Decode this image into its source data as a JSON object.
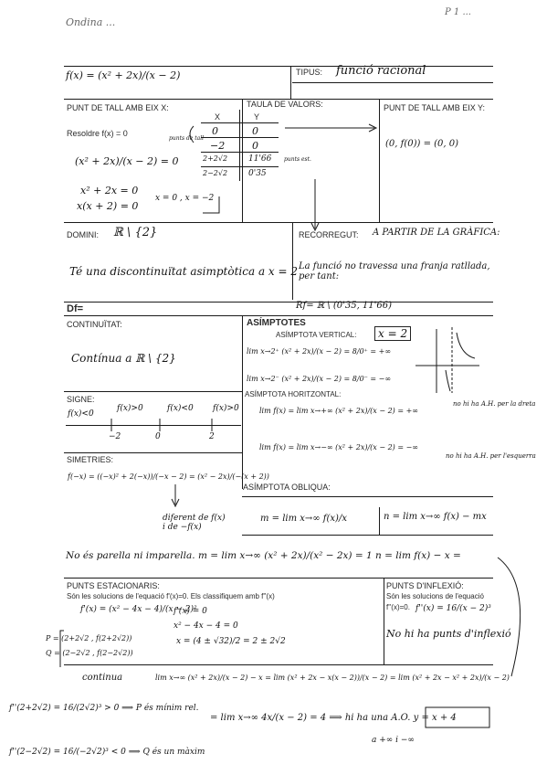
{
  "header": {
    "name": "Ondina ...",
    "right": "P 1 ..."
  },
  "function": {
    "label": "f(x) = (x² + 2x)/(x − 2)",
    "tipus_label": "TIPUS:",
    "tipus_value": "funció racional"
  },
  "tall_x": {
    "title": "PUNT DE TALL AMB EIX X:",
    "prompt": "Resoldre f(x) = 0",
    "eq1": "(x² + 2x)/(x − 2) = 0",
    "eq2": "x² + 2x = 0",
    "eq3": "x(x + 2) = 0",
    "roots": "x = 0 , x = −2"
  },
  "taula": {
    "title": "TAULA DE VALORS:",
    "col_x": "X",
    "col_y": "Y",
    "rows": [
      {
        "x": "0",
        "y": "0"
      },
      {
        "x": "−2",
        "y": "0"
      },
      {
        "x": "2+2√2",
        "y": "11'66"
      },
      {
        "x": "2−2√2",
        "y": "0'35"
      }
    ],
    "note_tall": "punts de tall",
    "note_est": "punts est."
  },
  "tall_y": {
    "title": "PUNT DE TALL AMB EIX Y:",
    "value": "(0, f(0)) = (0, 0)"
  },
  "domini": {
    "title": "DOMINI:",
    "value": "ℝ \\ {2}",
    "note": "Té una discontinuïtat asimptòtica a x = 2",
    "df_label": "Df="
  },
  "recorregut": {
    "title": "RECORREGUT:",
    "value": "A PARTIR DE LA GRÀFICA:",
    "note": "La funció no travessa una franja ratllada, per tant:",
    "rf_label": "Rf= ℝ \\ (0'35, 11'66)"
  },
  "continuitat": {
    "title": "CONTINUÏTAT:",
    "value": "Contínua a ℝ \\ {2}"
  },
  "asimptotes": {
    "title": "ASÍMPTOTES",
    "vertical_title": "ASÍMPTOTA VERTICAL:",
    "vertical_value": "x = 2",
    "lim_right": "lim x→2⁺ (x² + 2x)/(x − 2) = 8/0⁺ = +∞",
    "lim_left": "lim x→2⁻ (x² + 2x)/(x − 2) = 8/0⁻ = −∞",
    "horizontal_title": "ASÍMPTOTA HORITZONTAL:",
    "h_lim_pos": "lim f(x) = lim x→+∞ (x² + 2x)/(x − 2) = +∞",
    "h_note_pos": "no hi ha A.H. per la dreta",
    "h_lim_neg": "lim f(x) = lim x→−∞ (x² + 2x)/(x − 2) = −∞",
    "h_note_neg": "no hi ha A.H. per l'esquerra",
    "oblique_title": "ASÍMPTOTA OBLIQUA:",
    "m_formula": "m = lim x→∞ f(x)/x",
    "n_formula": "n = lim x→∞ f(x) − mx",
    "oblique_line": "No és parella ni imparella.  m = lim x→∞ (x² + 2x)/(x² − 2x) = 1   n = lim f(x) − x =",
    "n_calc": "lim x→∞ (x² + 2x)/(x − 2) − x = lim (x² + 2x − x(x − 2))/(x − 2) = lim (x² + 2x − x² + 2x)/(x − 2)",
    "n_result": "= lim x→∞ 4x/(x − 2) = 4   ⟹ hi ha una A.O. y = x + 4",
    "n_side": "a +∞ i −∞"
  },
  "signe": {
    "title": "SIGNE:",
    "regions": [
      "f(x)<0",
      "f(x)>0",
      "f(x)<0",
      "f(x)>0"
    ],
    "marks": [
      "−2",
      "0",
      "2"
    ]
  },
  "simetries": {
    "title": "SIMETRIES:",
    "calc": "f(−x) = ((−x)² + 2(−x))/(−x − 2) = (x² − 2x)/(−(x + 2))",
    "note": "diferent de f(x) i de −f(x)"
  },
  "estacionaris": {
    "title": "PUNTS ESTACIONARIS:",
    "desc": "Són les solucions de l'equació f'(x)=0. Els classifiquem amb f''(x)",
    "d1": "f'(x) = (x² − 4x − 4)/(x − 2)²",
    "eq": "f'(x) = 0",
    "quad": "x² − 4x − 4 = 0",
    "sol": "x = (4 ± √32)/2 = 2 ± 2√2",
    "P": "P = (2+2√2 , f(2+2√2))",
    "Q": "Q = (2−2√2 , f(2−2√2))",
    "cont": "continua",
    "f2P": "f''(2+2√2) = 16/(2√2)³ > 0 ⟹ P és mínim rel.",
    "f2Q": "f''(2−2√2) = 16/(−2√2)³ < 0 ⟹ Q és un màxim"
  },
  "inflexio": {
    "title": "PUNTS D'INFLEXIÓ:",
    "desc1": "Són les solucions de l'equació",
    "desc2": "f''(x)=0.",
    "d2": "f''(x) = 16/(x − 2)³",
    "note": "No hi ha punts d'inflexió"
  }
}
